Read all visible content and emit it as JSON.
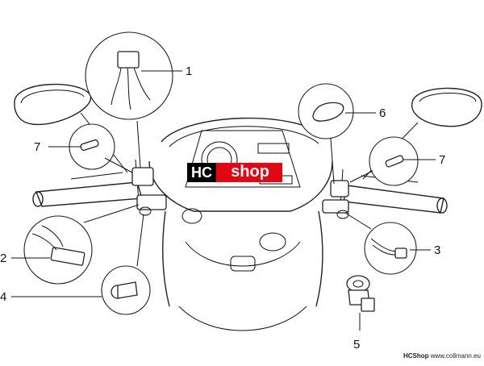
{
  "logo": {
    "hc": "HC",
    "shop": "shop"
  },
  "callouts": [
    {
      "id": "1",
      "label": "1"
    },
    {
      "id": "2",
      "label": "2"
    },
    {
      "id": "3",
      "label": "3"
    },
    {
      "id": "4",
      "label": "4"
    },
    {
      "id": "5",
      "label": "5"
    },
    {
      "id": "6",
      "label": "6"
    },
    {
      "id": "7a",
      "label": "7"
    },
    {
      "id": "7b",
      "label": "7"
    }
  ],
  "footer": {
    "brand": "HCShop",
    "url": "www.collmann.eu"
  }
}
